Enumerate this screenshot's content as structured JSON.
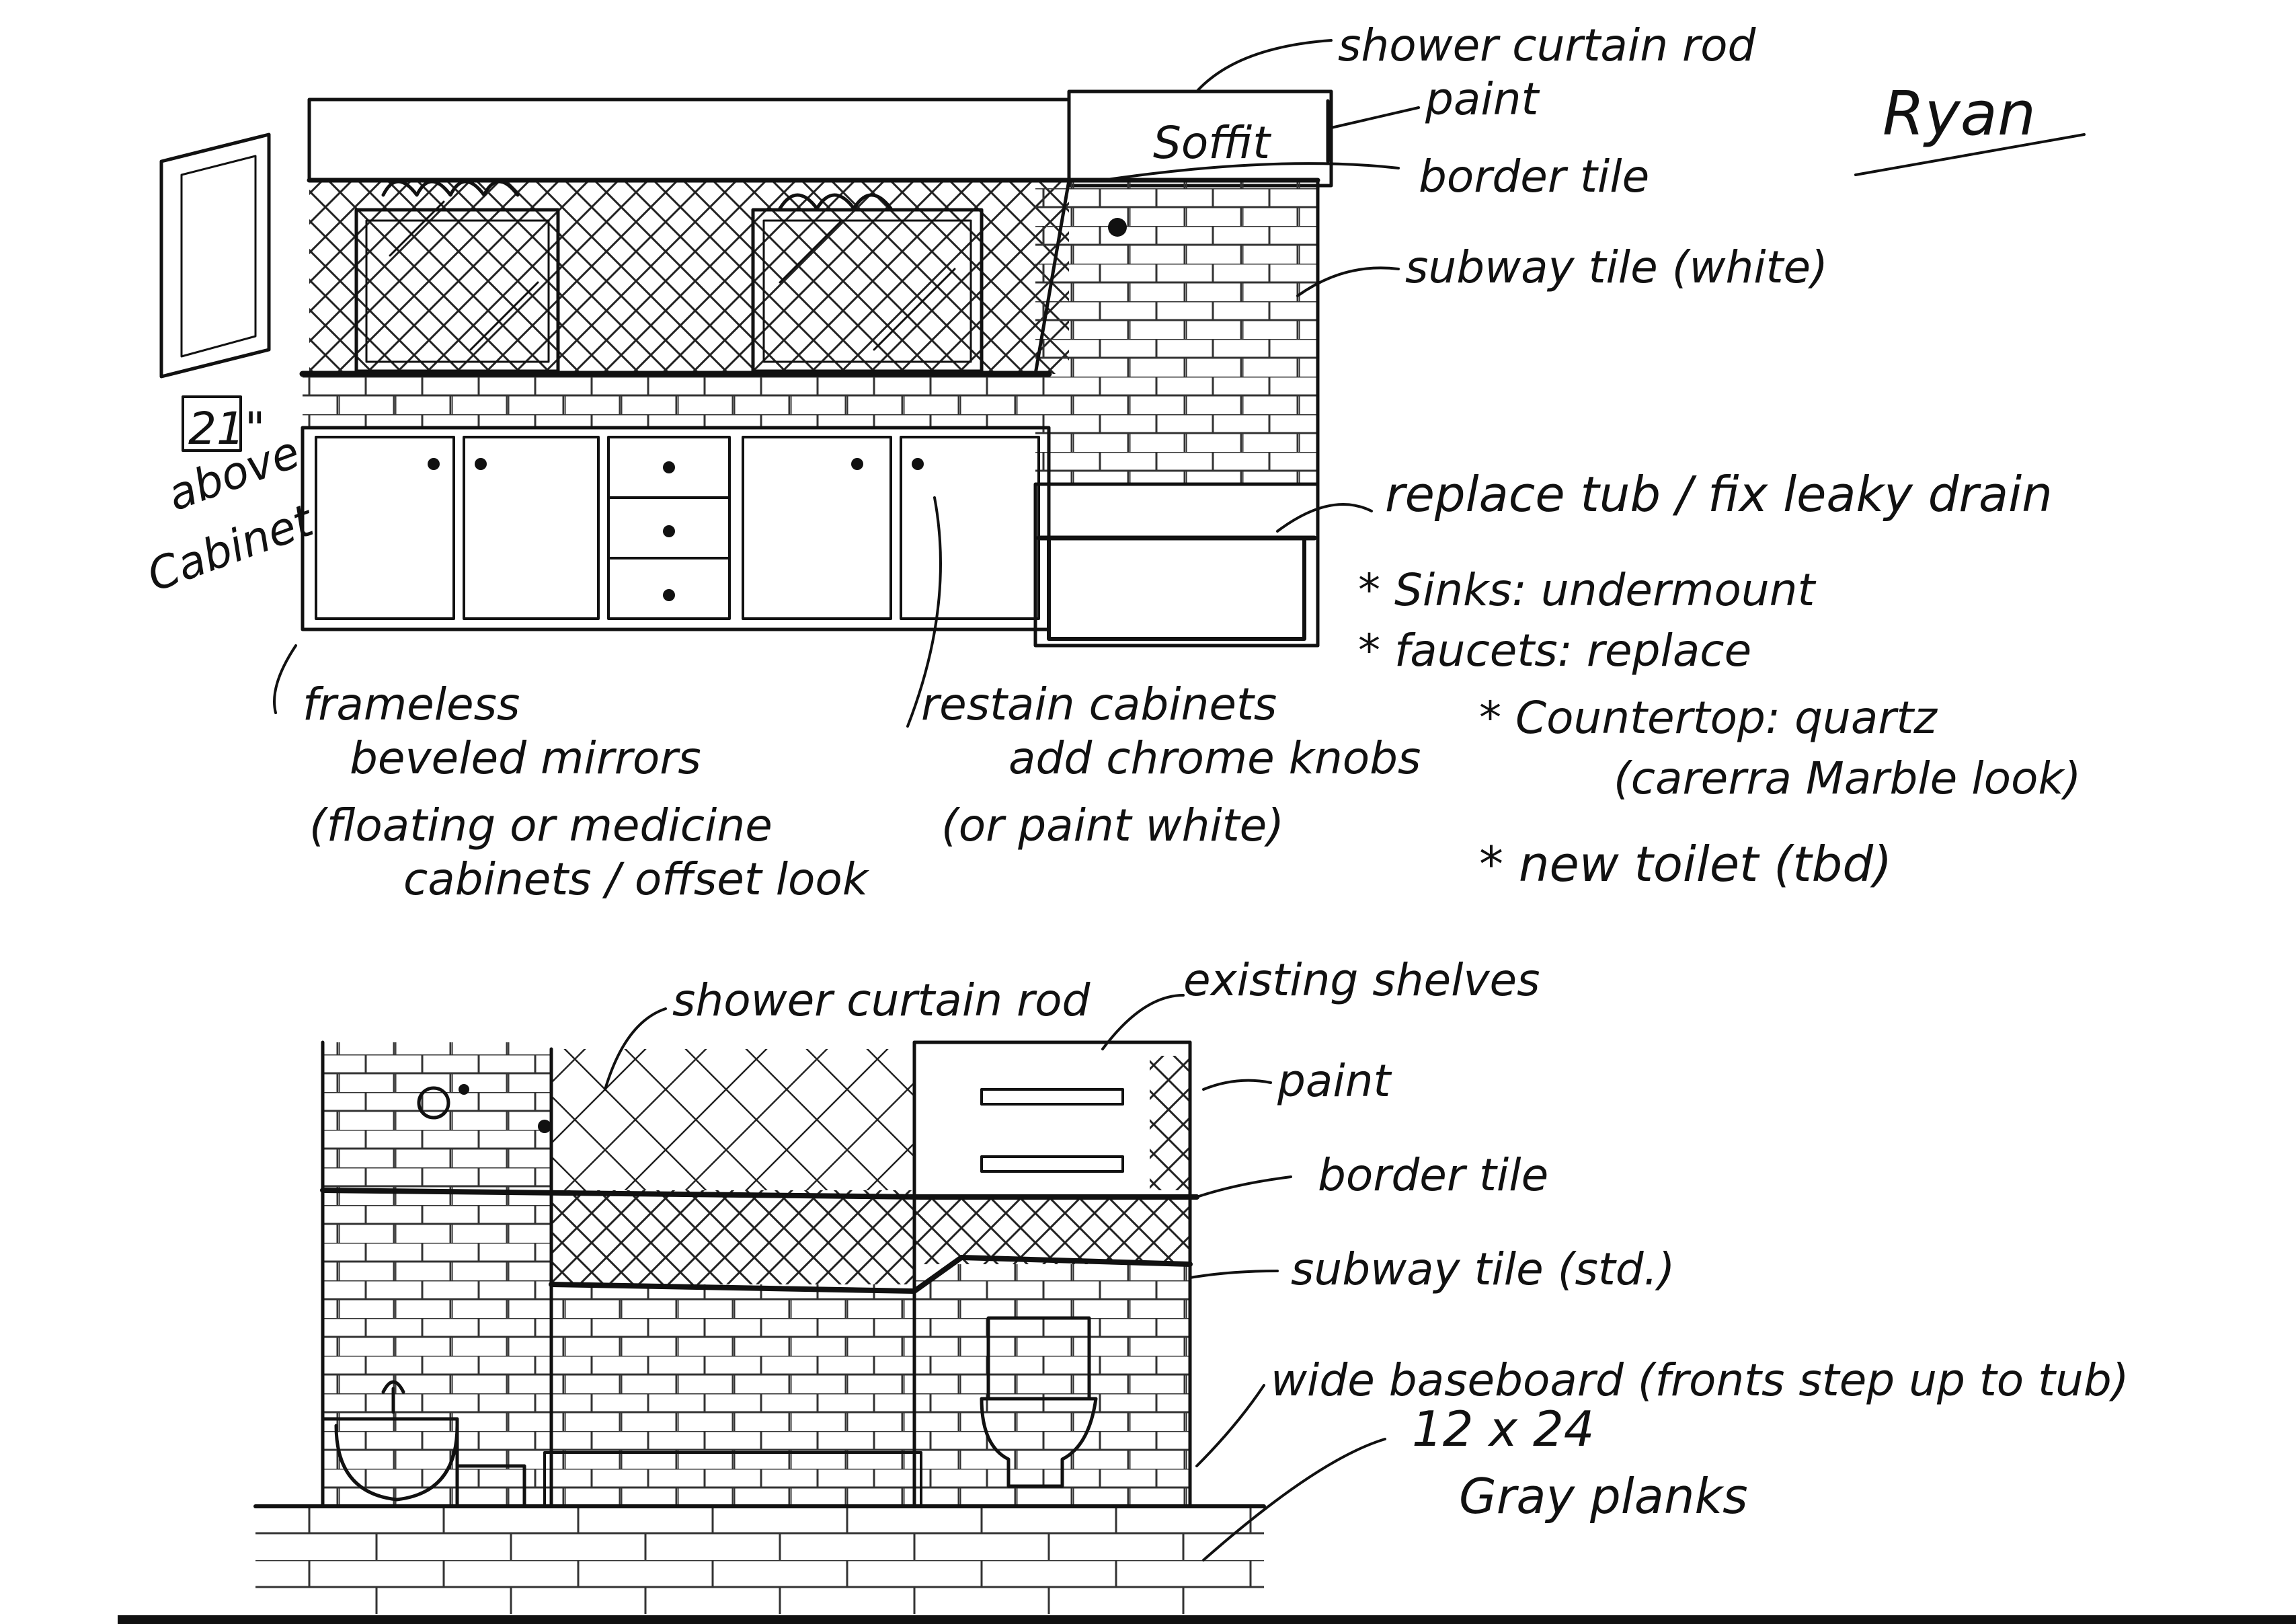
{
  "author": "Ryan",
  "top_elevation": {
    "labels": {
      "shower_rod": "shower curtain rod",
      "paint": "paint",
      "border_tile": "border tile",
      "subway_tile": "subway tile (white)",
      "soffit": "Soffit",
      "dimension": "21\"",
      "above": "above",
      "cabinet": "Cabinet",
      "tub": "replace tub / fix leaky drain"
    },
    "notes": [
      "* Sinks: undermount",
      "* faucets: replace",
      "* Countertop: quartz",
      "(carerra Marble look)",
      "* new toilet (tbd)"
    ],
    "mirrors": [
      "frameless",
      "beveled mirrors",
      "(floating or medicine",
      "cabinets / offset look"
    ],
    "cabinets": [
      "restain cabinets",
      "add chrome knobs",
      "(or paint white)"
    ]
  },
  "bottom_elevation": {
    "labels": {
      "shower_rod": "shower curtain rod",
      "shelves": "existing shelves",
      "paint": "paint",
      "border_tile": "border tile",
      "subway_tile": "subway tile (std.)",
      "baseboard": "wide baseboard (fronts step up to tub)",
      "floor_size": "12 x 24",
      "floor_type": "Gray planks"
    }
  }
}
